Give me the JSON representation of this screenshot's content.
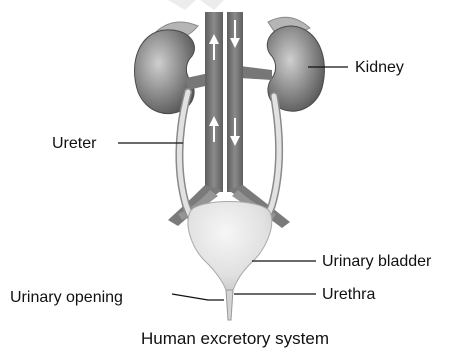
{
  "labels": {
    "kidney": "Kidney",
    "ureter": "Ureter",
    "urinary_bladder": "Urinary bladder",
    "urinary_opening": "Urinary opening",
    "urethra": "Urethra"
  },
  "caption": "Human excretory system",
  "colors": {
    "kidney": "#8f8f8f",
    "vessel": "#6f6f6f",
    "ureter": "#d9d9d9",
    "bladder": "#e6e6e6",
    "leader_line": "#111111"
  }
}
